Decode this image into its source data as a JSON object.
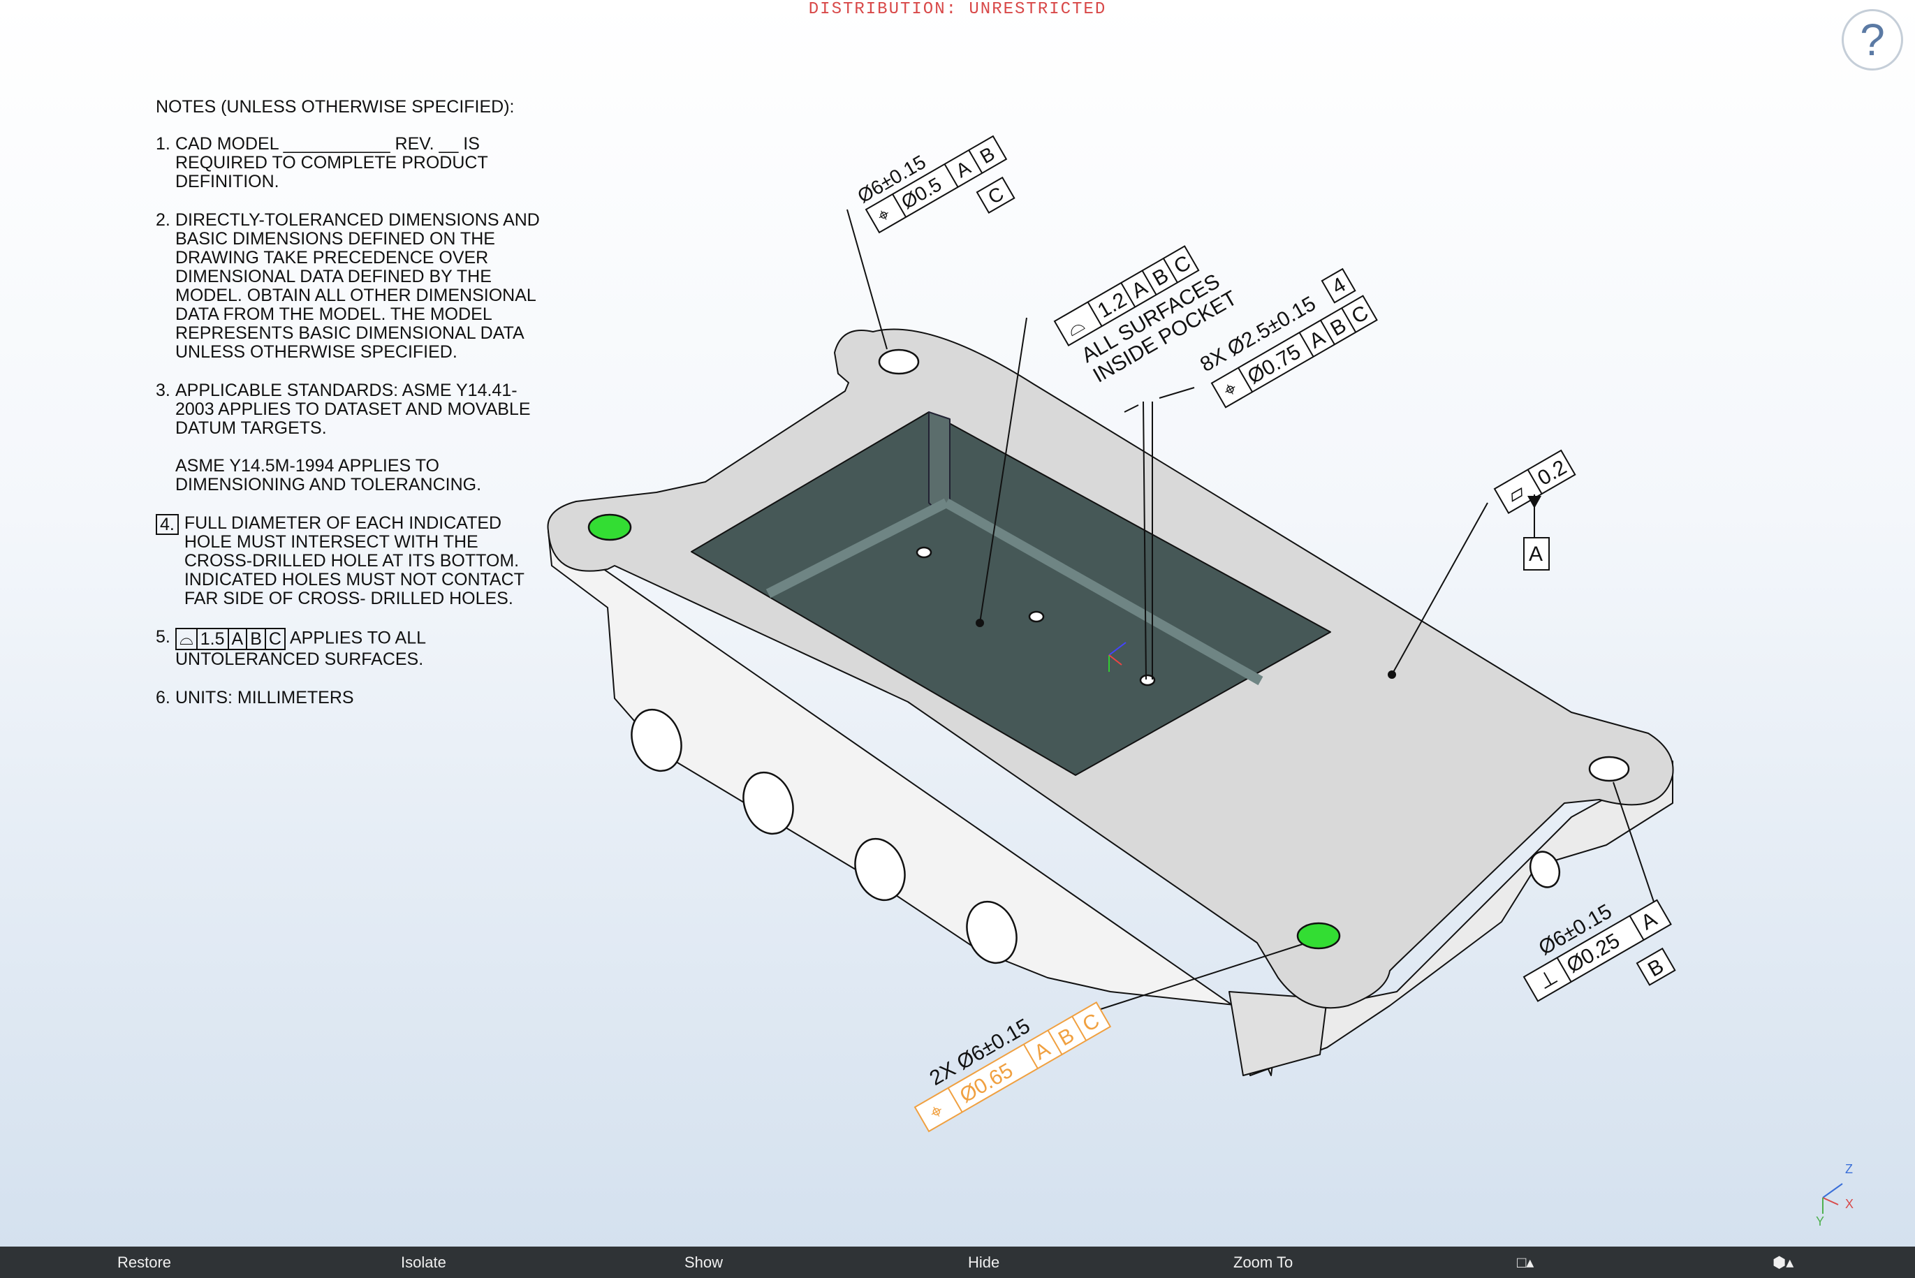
{
  "header": {
    "distribution": "DISTRIBUTION: UNRESTRICTED",
    "help_glyph": "?"
  },
  "notes": {
    "heading": "NOTES (UNLESS OTHERWISE SPECIFIED):",
    "n1": {
      "num": "1.",
      "text": "CAD MODEL ___________ REV. __ IS REQUIRED TO COMPLETE PRODUCT DEFINITION."
    },
    "n2": {
      "num": "2.",
      "text": "DIRECTLY-TOLERANCED DIMENSIONS AND BASIC DIMENSIONS DEFINED ON THE DRAWING TAKE PRECEDENCE OVER DIMENSIONAL DATA DEFINED BY THE MODEL. OBTAIN ALL OTHER DIMENSIONAL DATA FROM THE MODEL. THE MODEL REPRESENTS BASIC DIMENSIONAL DATA UNLESS OTHERWISE SPECIFIED."
    },
    "n3": {
      "num": "3.",
      "p1": "APPLICABLE STANDARDS: ASME Y14.41-2003 APPLIES TO DATASET AND MOVABLE DATUM TARGETS.",
      "p2": "ASME Y14.5M-1994 APPLIES TO DIMENSIONING AND TOLERANCING."
    },
    "n4": {
      "num": "4.",
      "text": "FULL DIAMETER OF EACH INDICATED HOLE MUST INTERSECT WITH THE CROSS-DRILLED HOLE AT ITS BOTTOM. INDICATED HOLES MUST NOT CONTACT FAR SIDE OF CROSS- DRILLED HOLES."
    },
    "n5": {
      "num": "5.",
      "symbol": "⌓",
      "tol": "1.5",
      "datum_a": "A",
      "datum_b": "B",
      "datum_c": "C",
      "text": "APPLIES TO ALL UNTOLERANCED SURFACES."
    },
    "n6": {
      "num": "6.",
      "text": "UNITS: MILLIMETERS"
    }
  },
  "annotations": {
    "top_hole": {
      "dim": "Ø6±0.15",
      "symbol": "⌖",
      "tol": "Ø0.5",
      "d1": "A",
      "d2": "B",
      "datum_feature": "C"
    },
    "pocket": {
      "symbol": "⌓",
      "tol": "1.2",
      "d1": "A",
      "d2": "B",
      "d3": "C",
      "line1": "ALL SURFACES",
      "line2": "INSIDE POCKET"
    },
    "small_holes": {
      "dim": "8X Ø2.5±0.15",
      "note_ref": "4",
      "symbol": "⌖",
      "tol": "Ø0.75",
      "d1": "A",
      "d2": "B",
      "d3": "C"
    },
    "flatness": {
      "symbol": "▱",
      "tol": "0.2",
      "datum_feature": "A"
    },
    "right_hole": {
      "dim": "Ø6±0.15",
      "symbol": "⊥",
      "tol": "Ø0.25",
      "d1": "A",
      "datum_feature": "B"
    },
    "two_holes": {
      "dim": "2X Ø6±0.15",
      "symbol": "⌖",
      "tol": "Ø0.65",
      "d1": "A",
      "d2": "B",
      "d3": "C"
    }
  },
  "triad": {
    "z": "Z",
    "x": "X",
    "y": "Y"
  },
  "toolbar": {
    "restore": "Restore",
    "isolate": "Isolate",
    "show": "Show",
    "hide": "Hide",
    "zoom_to": "Zoom To",
    "view_icon": "□▴",
    "display_icon": "⬢▴"
  },
  "colors": {
    "part": "#d9d9d9",
    "pocket_floor": "#465857",
    "highlight_hole": "#33dd33",
    "selected_annotation": "#f0a040",
    "distribution_text": "#d84848",
    "toolbar_bg": "#2f3336"
  }
}
